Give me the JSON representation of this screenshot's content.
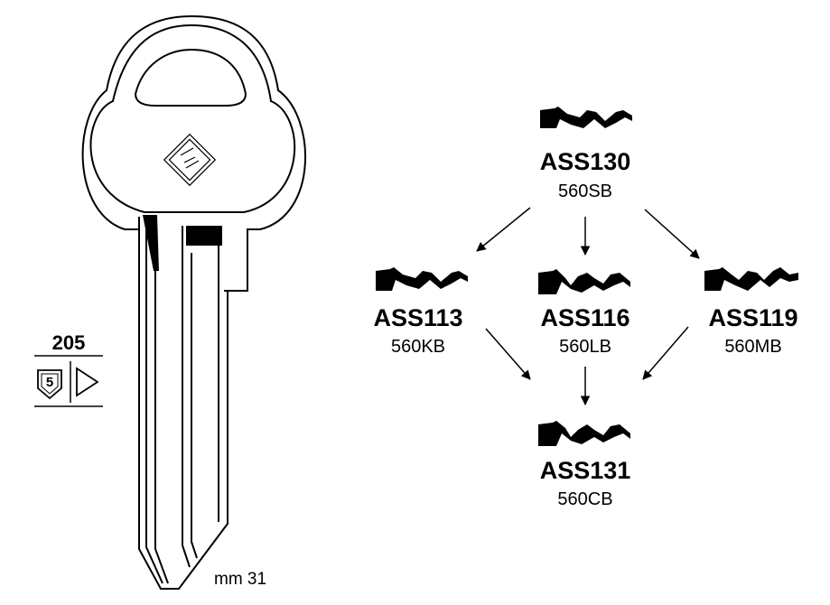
{
  "ref_number": "205",
  "shield_number": "5",
  "length_label": "mm 31",
  "profiles": [
    {
      "id": "top",
      "code": "ASS130",
      "sub": "560SB"
    },
    {
      "id": "left",
      "code": "ASS113",
      "sub": "560KB"
    },
    {
      "id": "center",
      "code": "ASS116",
      "sub": "560LB"
    },
    {
      "id": "right",
      "code": "ASS119",
      "sub": "560MB"
    },
    {
      "id": "bottom",
      "code": "ASS131",
      "sub": "560CB"
    }
  ],
  "arrows": [
    {
      "from": "top",
      "to": "left"
    },
    {
      "from": "top",
      "to": "center"
    },
    {
      "from": "top",
      "to": "right"
    },
    {
      "from": "left",
      "to": "bottom"
    },
    {
      "from": "center",
      "to": "bottom"
    },
    {
      "from": "right",
      "to": "bottom"
    }
  ],
  "icons": {
    "brand_logo": "brand-logo-icon",
    "shield": "shield-icon",
    "direction": "play-triangle-icon",
    "profile": "key-profile-icon"
  },
  "colors": {
    "ink": "#000000",
    "paper": "#ffffff"
  }
}
